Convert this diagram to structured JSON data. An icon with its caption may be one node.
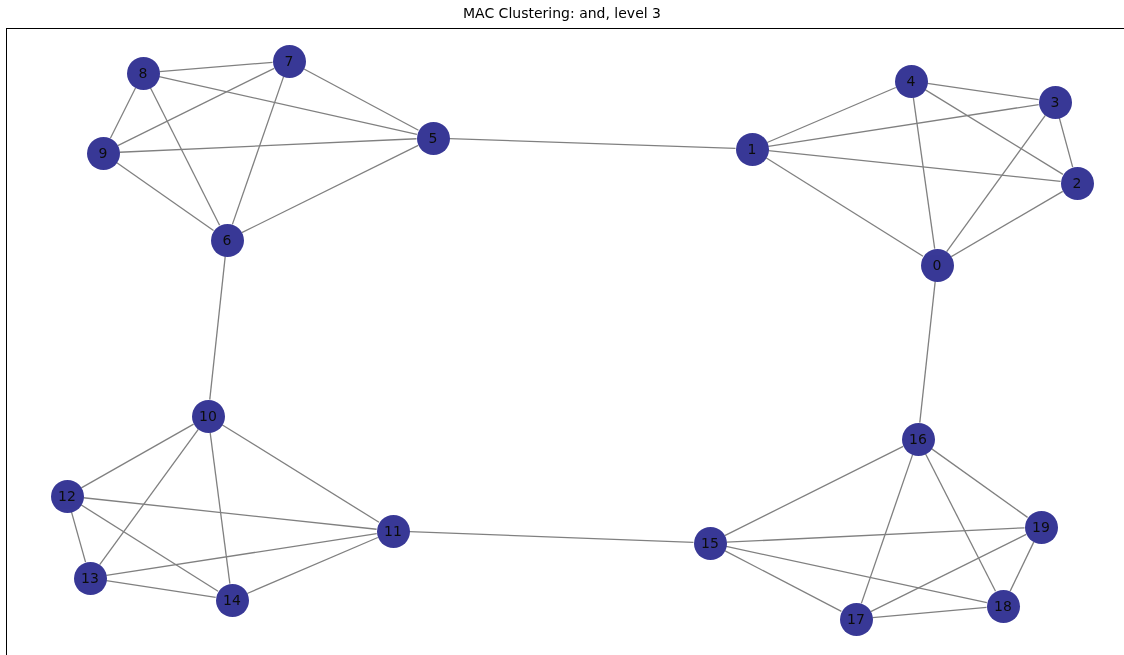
{
  "diagram": {
    "title": "MAC Clustering: and, level 3",
    "nodes": [
      {
        "text": [
          "0"
        ]
      },
      {
        "text": [
          "1"
        ]
      },
      {
        "text": [
          "2"
        ]
      },
      {
        "text": [
          "3"
        ]
      },
      {
        "text": [
          "4"
        ]
      },
      {
        "text": [
          "5"
        ]
      },
      {
        "text": [
          "6"
        ]
      },
      {
        "text": [
          "7"
        ]
      },
      {
        "text": [
          "8"
        ]
      },
      {
        "text": [
          "9"
        ]
      },
      {
        "text": [
          "10"
        ]
      },
      {
        "text": [
          "11"
        ]
      },
      {
        "text": [
          "12"
        ]
      },
      {
        "text": [
          "13"
        ]
      },
      {
        "text": [
          "14"
        ]
      },
      {
        "text": [
          "15"
        ]
      },
      {
        "text": [
          "16"
        ]
      },
      {
        "text": [
          "17"
        ]
      },
      {
        "text": [
          "18"
        ]
      },
      {
        "text": [
          "19"
        ]
      }
    ],
    "edges": [
      {
        "from": 1,
        "to": 4,
        "arrow": "none"
      },
      {
        "from": 1,
        "to": 3,
        "arrow": "none"
      },
      {
        "from": 1,
        "to": 2,
        "arrow": "none"
      },
      {
        "from": 1,
        "to": 0,
        "arrow": "none"
      },
      {
        "from": 4,
        "to": 3,
        "arrow": "none"
      },
      {
        "from": 4,
        "to": 2,
        "arrow": "none"
      },
      {
        "from": 4,
        "to": 0,
        "arrow": "none"
      },
      {
        "from": 3,
        "to": 2,
        "arrow": "none"
      },
      {
        "from": 3,
        "to": 0,
        "arrow": "none"
      },
      {
        "from": 2,
        "to": 0,
        "arrow": "none"
      },
      {
        "from": 8,
        "to": 7,
        "arrow": "none"
      },
      {
        "from": 8,
        "to": 9,
        "arrow": "none"
      },
      {
        "from": 8,
        "to": 5,
        "arrow": "none"
      },
      {
        "from": 8,
        "to": 6,
        "arrow": "none"
      },
      {
        "from": 7,
        "to": 9,
        "arrow": "none"
      },
      {
        "from": 7,
        "to": 5,
        "arrow": "none"
      },
      {
        "from": 7,
        "to": 6,
        "arrow": "none"
      },
      {
        "from": 9,
        "to": 5,
        "arrow": "none"
      },
      {
        "from": 9,
        "to": 6,
        "arrow": "none"
      },
      {
        "from": 5,
        "to": 6,
        "arrow": "none"
      },
      {
        "from": 10,
        "to": 12,
        "arrow": "none"
      },
      {
        "from": 10,
        "to": 13,
        "arrow": "none"
      },
      {
        "from": 10,
        "to": 14,
        "arrow": "none"
      },
      {
        "from": 10,
        "to": 11,
        "arrow": "none"
      },
      {
        "from": 12,
        "to": 11,
        "arrow": "none"
      },
      {
        "from": 12,
        "to": 13,
        "arrow": "none"
      },
      {
        "from": 12,
        "to": 14,
        "arrow": "none"
      },
      {
        "from": 13,
        "to": 11,
        "arrow": "none"
      },
      {
        "from": 13,
        "to": 14,
        "arrow": "none"
      },
      {
        "from": 14,
        "to": 11,
        "arrow": "none"
      },
      {
        "from": 16,
        "to": 15,
        "arrow": "none"
      },
      {
        "from": 16,
        "to": 17,
        "arrow": "none"
      },
      {
        "from": 16,
        "to": 18,
        "arrow": "none"
      },
      {
        "from": 16,
        "to": 19,
        "arrow": "none"
      },
      {
        "from": 15,
        "to": 19,
        "arrow": "none"
      },
      {
        "from": 15,
        "to": 17,
        "arrow": "none"
      },
      {
        "from": 15,
        "to": 18,
        "arrow": "none"
      },
      {
        "from": 17,
        "to": 18,
        "arrow": "none"
      },
      {
        "from": 17,
        "to": 19,
        "arrow": "none"
      },
      {
        "from": 19,
        "to": 18,
        "arrow": "none"
      },
      {
        "from": 5,
        "to": 1,
        "arrow": "none"
      },
      {
        "from": 6,
        "to": 10,
        "arrow": "none"
      },
      {
        "from": 0,
        "to": 16,
        "arrow": "none"
      },
      {
        "from": 11,
        "to": 15,
        "arrow": "none"
      }
    ]
  }
}
